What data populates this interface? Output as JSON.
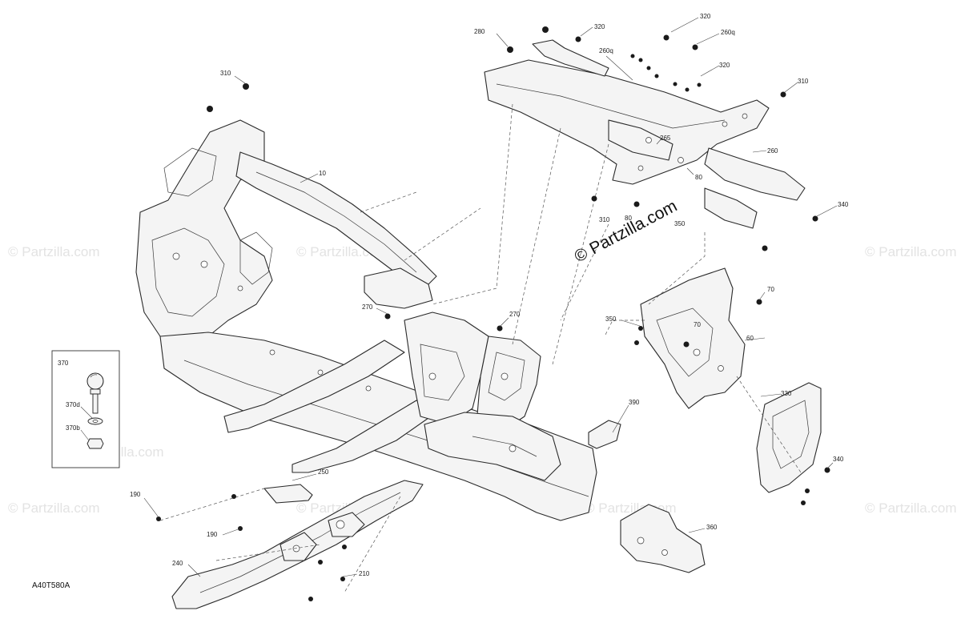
{
  "diagram": {
    "figure_code": "A40T580A",
    "watermark": "© Partzilla.com",
    "callouts": [
      "10",
      "60",
      "70",
      "80",
      "190",
      "210",
      "240",
      "250",
      "260",
      "260q",
      "265",
      "270",
      "280",
      "310",
      "320",
      "330",
      "340",
      "350",
      "360",
      "370",
      "370b",
      "370d",
      "390"
    ],
    "inset": {
      "labels": [
        "370",
        "370d",
        "370b"
      ]
    }
  }
}
